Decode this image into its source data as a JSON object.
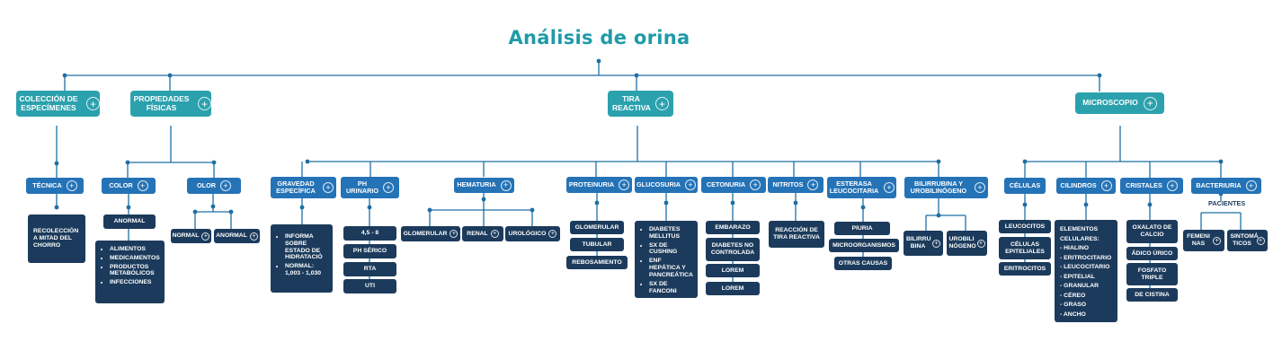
{
  "title": "Análisis de orina",
  "colors": {
    "title": "#1f9aa8",
    "category": "#2ba1ad",
    "subtopic": "#2573b7",
    "detail": "#1c3b5c",
    "connector": "#1e6fa3"
  },
  "icons": {
    "expand": "plus-circle-icon"
  },
  "categories": {
    "coleccion": "COLECCIÓN DE ESPECÍMENES",
    "propiedades": "PROPIEDADES FÍSICAS",
    "tira": "TIRA REACTIVA",
    "microscopio": "MICROSCOPIO"
  },
  "coleccion": {
    "tecnica": "TÉCNICA",
    "recoleccion": "RECOLECCIÓN A MITAD DEL CHORRO"
  },
  "propiedades": {
    "color": "COLOR",
    "anormal": "ANORMAL",
    "causas": [
      "ALIMENTOS",
      "MEDICAMENTOS",
      "PRODUCTOS METABÓLICOS",
      "INFECCIONES"
    ],
    "olor": "OLOR",
    "olor_normal": "NORMAL",
    "olor_anormal": "ANORMAL"
  },
  "tira": {
    "gravedad": "GRAVEDAD ESPECÍFICA",
    "gravedad_items": [
      "INFORMA SOBRE ESTADO DE HIDRATACIÓ",
      "NORMAL: 1,003 - 1,030"
    ],
    "ph": "PH URINARIO",
    "ph_items": [
      "4,5 - 8",
      "PH SÉRICO",
      "RTA",
      "UTI"
    ],
    "hematuria": "HEMATURIA",
    "hematuria_items": [
      "GLOMERULAR",
      "RENAL",
      "UROLÓGICO"
    ],
    "proteinuria": "PROTEINURIA",
    "proteinuria_items": [
      "GLOMERULAR",
      "TUBULAR",
      "REBOSAMIENTO"
    ],
    "glucosuria": "GLUCOSURIA",
    "glucosuria_items": [
      "DIABETES MELLITUS",
      "SX DE CUSHING",
      "ENF HEPÁTICA Y PANCREÁTICA",
      "SX DE FANCONI"
    ],
    "cetonuria": "CETONURIA",
    "cetonuria_items": [
      "EMBARAZO",
      "DIABETES NO CONTROLADA",
      "LOREM",
      "LOREM"
    ],
    "nitritos": "NITRITOS",
    "nitritos_items": [
      "REACCIÓN DE TIRA REACTIVA"
    ],
    "esterasa": "ESTERASA LEUCOCITARIA",
    "esterasa_items": [
      "PIURIA",
      "MICROORGANISMOS",
      "OTRAS CAUSAS"
    ],
    "bilirrubina": "BILIRRUBINA Y UROBILINÓGENO",
    "bilirrubina_items": [
      "BILIRRU BINA",
      "UROBILI NÓGENO"
    ]
  },
  "microscopio": {
    "celulas": "CÉLULAS",
    "celulas_items": [
      "LEUCOCITOS",
      "CÉLULAS EPITELIALES",
      "ERITROCITOS"
    ],
    "cilindros": "CILINDROS",
    "cilindros_heading": "ELEMENTOS CELULARES:",
    "cilindros_items": [
      "- HIALINO",
      "- ERITROCITARIO",
      "- LEUCOCITARIO",
      "- EPITELIAL",
      "- GRANULAR",
      "- CÉREO",
      "- GRASO",
      "- ANCHO"
    ],
    "cristales": "CRISTALES",
    "cristales_items": [
      "OXALATO DE CALCIO",
      "ÁDICO ÚRICO",
      "FOSFATO TRIPLE",
      "DE CISTINA"
    ],
    "bacteriuria": "BACTERIURIA",
    "pacientes": "PACIENTES",
    "pacientes_items": [
      "FEMENI NAS",
      "SINTOMÁ TICOS"
    ]
  }
}
